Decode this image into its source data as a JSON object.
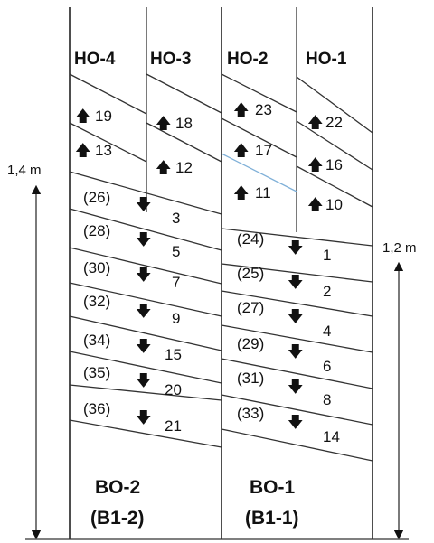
{
  "headers": [
    "HO-4",
    "HO-3",
    "HO-2",
    "HO-1"
  ],
  "ho4_labels": [
    "19",
    "13"
  ],
  "ho3_labels": [
    "18",
    "12"
  ],
  "ho2_labels": [
    "23",
    "17",
    "11"
  ],
  "ho1_labels": [
    "22",
    "16",
    "10"
  ],
  "bo2_paren": [
    "(26)",
    "(28)",
    "(30)",
    "(32)",
    "(34)",
    "(35)",
    "(36)"
  ],
  "bo2_nums": [
    "3",
    "5",
    "7",
    "9",
    "15",
    "20",
    "21"
  ],
  "bo1_paren": [
    "(24)",
    "(25)",
    "(27)",
    "(29)",
    "(31)",
    "(33)"
  ],
  "bo1_nums": [
    "1",
    "2",
    "4",
    "6",
    "8",
    "14"
  ],
  "bo2_name": "BO-2",
  "bo2_code": "(B1-2)",
  "bo1_name": "BO-1",
  "bo1_code": "(B1-1)",
  "dim_left": "1,4 m",
  "dim_right": "1,2 m"
}
